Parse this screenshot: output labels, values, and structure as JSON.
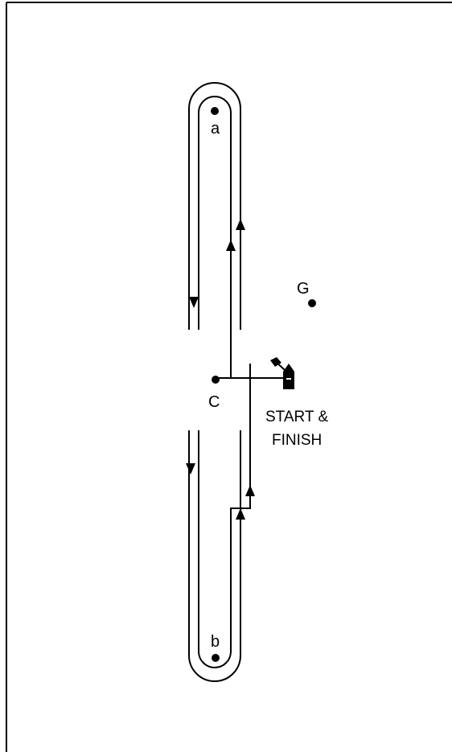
{
  "marks": {
    "a": "a",
    "b": "b",
    "c": "C",
    "g": "G"
  },
  "start_finish": {
    "line1": "START &",
    "line2": "FINISH"
  },
  "colors": {
    "ink": "#000000",
    "background": "#ffffff"
  },
  "icons": {
    "committee_boat": "committee-boat-icon",
    "flag": "flag-icon"
  }
}
